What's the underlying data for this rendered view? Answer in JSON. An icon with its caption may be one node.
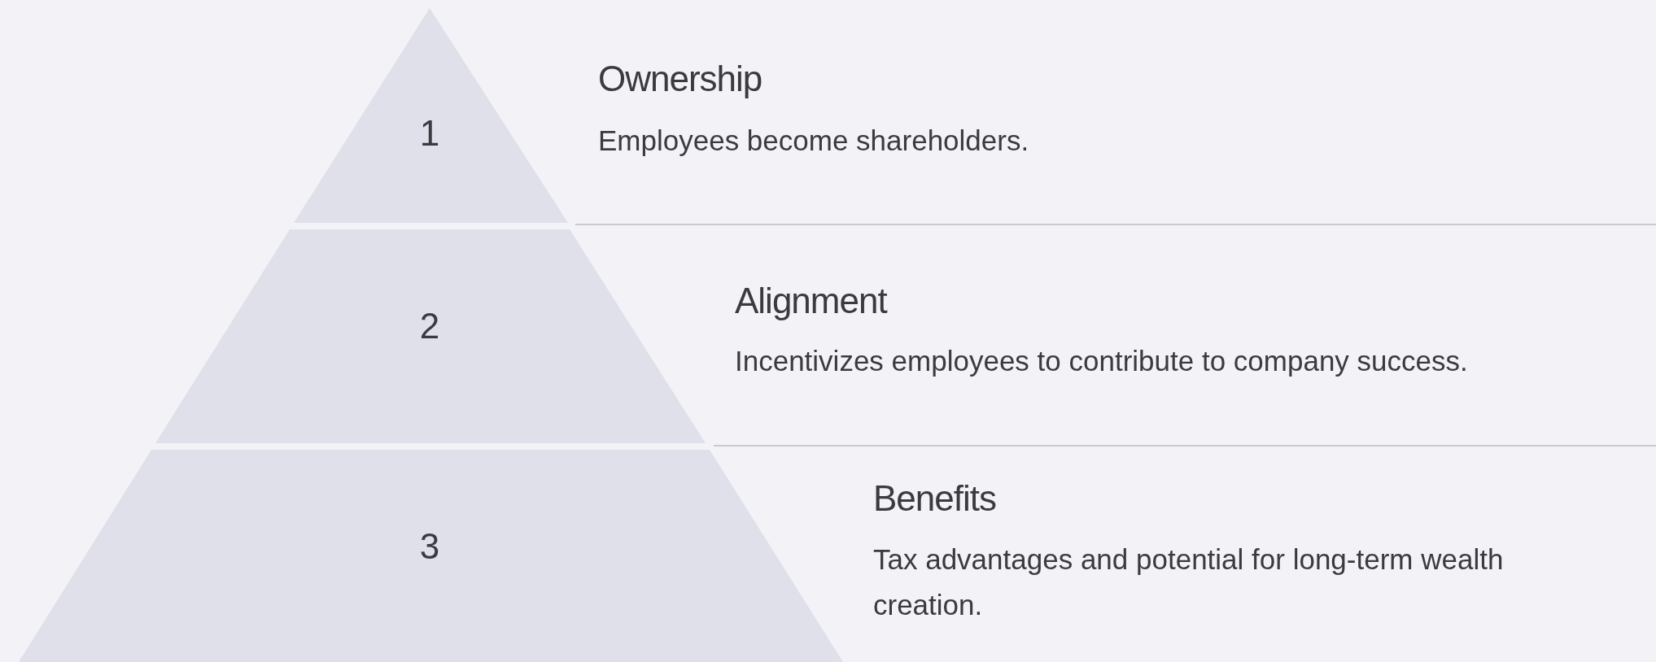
{
  "diagram": {
    "nodes": [
      {
        "text": [
          "1"
        ],
        "beside": [
          "Ownership",
          "Employees become shareholders."
        ]
      },
      {
        "text": [
          "2"
        ],
        "beside": [
          "Alignment",
          "Incentivizes employees to contribute to company success."
        ]
      },
      {
        "text": [
          "3"
        ],
        "beside": [
          "Benefits",
          "Tax advantages and potential for long-term wealth creation."
        ]
      }
    ],
    "edges": []
  }
}
